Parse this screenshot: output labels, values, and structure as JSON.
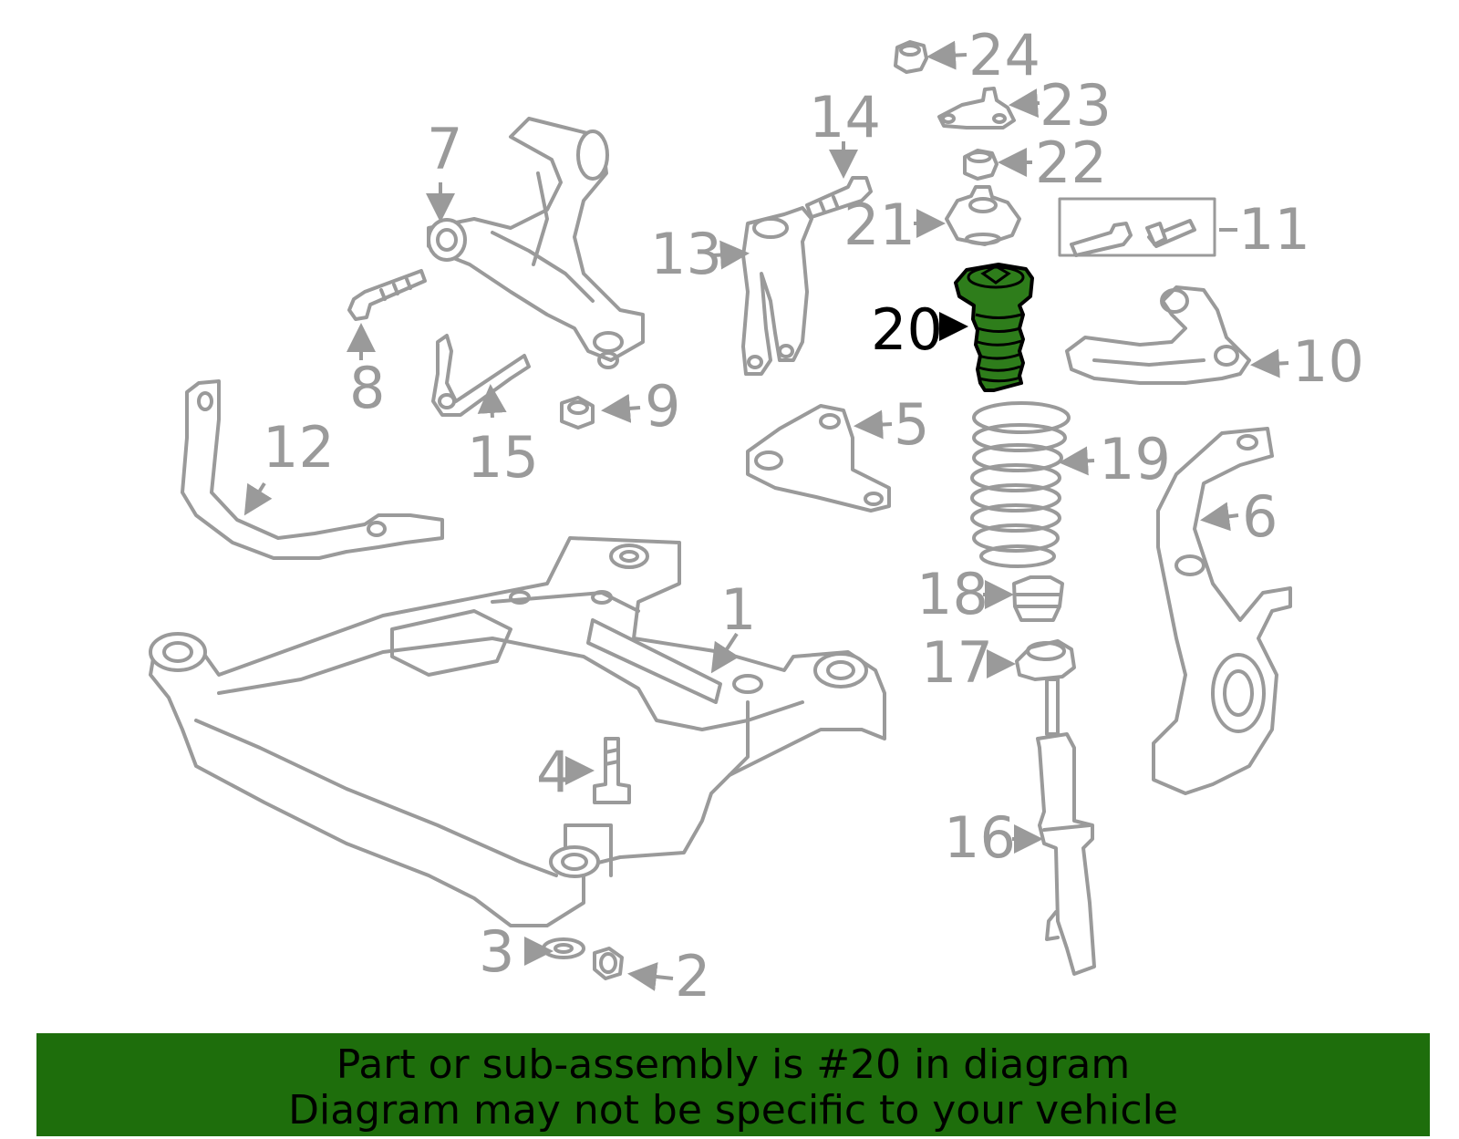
{
  "diagram": {
    "callouts": {
      "c1": "1",
      "c2": "2",
      "c3": "3",
      "c4": "4",
      "c5": "5",
      "c6": "6",
      "c7": "7",
      "c8": "8",
      "c9": "9",
      "c10": "10",
      "c11": "11",
      "c12": "12",
      "c13": "13",
      "c14": "14",
      "c15": "15",
      "c16": "16",
      "c17": "17",
      "c18": "18",
      "c19": "19",
      "c20": "20",
      "c21": "21",
      "c22": "22",
      "c23": "23",
      "c24": "24"
    },
    "highlighted_part": "20",
    "highlight_color": "#2e7d1b",
    "line_color": "#9a9a9a"
  },
  "banner": {
    "line1": "Part or sub-assembly is #20 in diagram",
    "line2": "Diagram may not be specific to your vehicle",
    "background": "#1e6e0c"
  }
}
